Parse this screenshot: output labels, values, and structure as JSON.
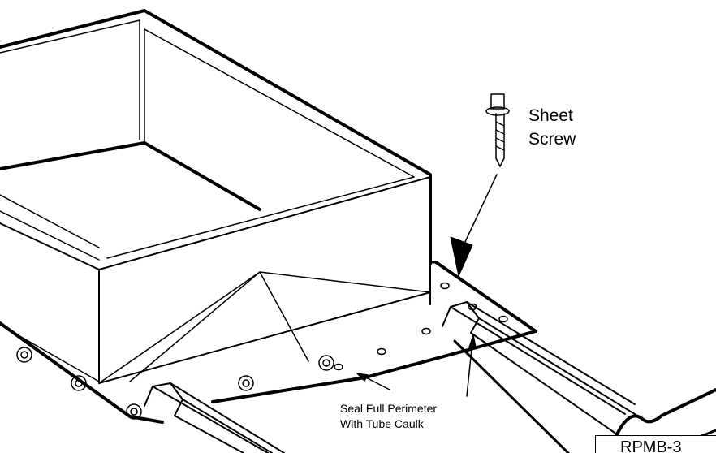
{
  "screw_label": {
    "line1": "Sheet",
    "line2": "Screw"
  },
  "caulk_label": {
    "line1": "Seal Full Perimeter",
    "line2": "With Tube Caulk"
  },
  "drawing_id": "RPMB-3",
  "colors": {
    "line": "#000000",
    "background": "#ffffff"
  }
}
